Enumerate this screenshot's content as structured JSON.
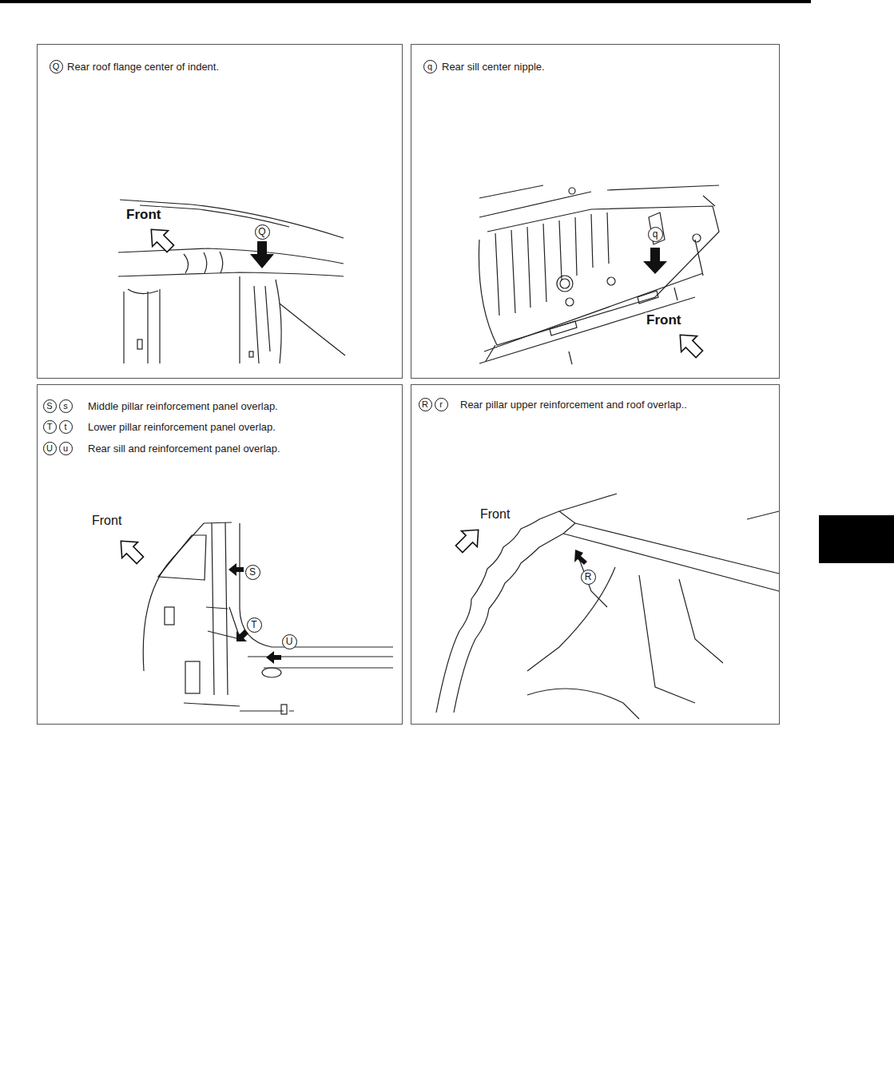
{
  "diagram": {
    "nodes": [
      {
        "text": [
          "Rear roof flange center of indent."
        ]
      },
      {
        "text": [
          "Rear sill center nipple."
        ]
      },
      {
        "text": [
          "Middle pillar reinforcement panel overlap.",
          "Lower pillar reinforcement panel overlap.",
          "Rear sill and reinforcement panel overlap."
        ]
      },
      {
        "text": [
          "Rear pillar upper reinforcement and roof overlap.."
        ]
      }
    ],
    "labels": [
      "Q",
      "Front",
      "Q",
      "q",
      "q",
      "Front",
      "S",
      "s",
      "T",
      "t",
      "U",
      "u",
      "Front",
      "S",
      "T",
      "U",
      "R",
      "r",
      "Front",
      "R"
    ]
  }
}
